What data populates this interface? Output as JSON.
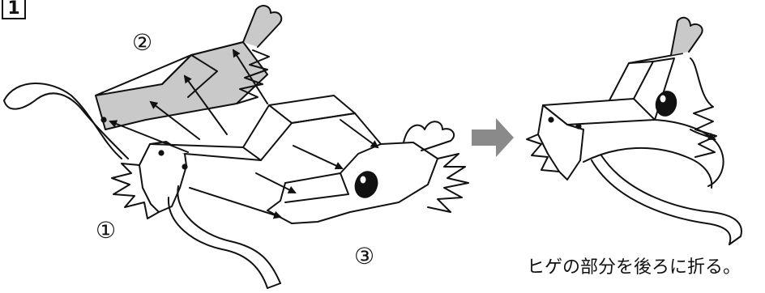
{
  "figure": {
    "badge": "1",
    "steps": [
      "①",
      "②",
      "③"
    ],
    "caption": "ヒゲの部分を後ろに折る。"
  }
}
